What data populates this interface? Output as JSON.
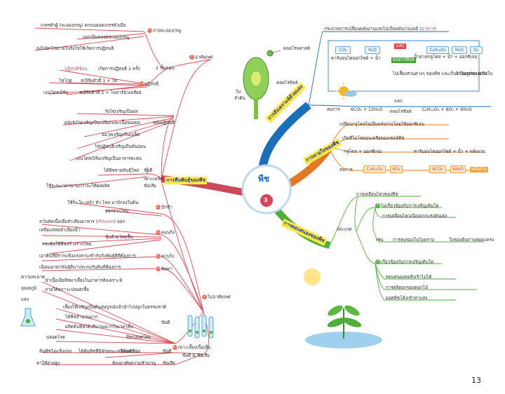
{
  "center": {
    "title": "พืช",
    "number": "3"
  },
  "branches": {
    "structure": "การสังเคราะห์ด้วยแสง",
    "growth": "การสืบพันธุ์ของพืช",
    "process": "การหายใจของพืช",
    "response": "การตอบสนองของพืช"
  },
  "top_left": {
    "flower_parts": [
      "เกสรตัวผู้ (ละอองเรณู) ตกบนยอดเกสรตัวเมีย",
      "งอกเป็นหลอดละอองเรณู",
      "ลงไปหาไข่ภายในรังไข่ให้เกิดการปฏิสนธิ"
    ],
    "pollination_label": "ถ่ายละอองเรณู",
    "fertilization_label": "ปฏิสนธิ",
    "double": {
      "label": "ปฏิสนธิซ้อน",
      "text": "เกิดการปฏิสนธิ 2 ครั้ง"
    },
    "seeds": [
      "สเปิร์มตัวที่ 1 + ไข่",
      "สเปิร์มตัวที่ 2 + โพลาร์นิวเคลียส"
    ],
    "results": [
      "ไซโกต",
      "เอนโดสเปิร์ม"
    ],
    "steps_label": "ขั้นตอน",
    "sexual_label": "อาศัยเพศ",
    "after": [
      "รังไข่เจริญเป็นผล",
      "ผนังรังไข่เจริญเป็นเปลือกและเนื้อของผล",
      "ออวุลเจริญเป็นเมล็ด",
      "ไข่ปฏิสนธิเจริญเป็นต้นอ่อน",
      "เอนโดสเปิร์มเจริญเป็นอาหารสะสม"
    ],
    "after_label": "หลังปฏิสนธิ",
    "seed_label": "เพาะเมล็ด",
    "seed_good": "ได้พืชสายพันธุ์ใหม่",
    "seed_bad": "ใช้ระยะเวลานานกว่าจะให้ผลผลิต",
    "good": "ข้อดี",
    "bad": "ข้อเสีย"
  },
  "asexual": {
    "label": "ไม่อาศัยเพศ",
    "cutting_label": "ปักชำ",
    "cutting_items": [
      "ใช้กิ่ง ใบ เหง้า หัว ไหล มาปักลงในดิน",
      "ออกรากใหม่"
    ],
    "layering_label": "ตอนกิ่ง",
    "layering_items": [
      "ควั่นตัดเนื้อเยื่อลำเลียงอาหาร (Phloem) ออก",
      "เหลือแต่ท่อลำเลียงน้ำ",
      "หุ้มด้วยวัสดุชื้น",
      "กระตุ้นให้พืชสร้างรากใหม่"
    ],
    "graft_label": "ทาบกิ่ง",
    "graft_item": "เอาต้นที่มีรากแข็งแรงทาบเข้ากับกิ่งพันธุ์ดีที่ต้องการ",
    "bud_label": "ติดตา",
    "bud_item": "เฉือนเอาตาพันธุ์ดีมาประกบกับต้นที่ต้องการ",
    "tissue_label": "เพาะเลี้ยงเนื้อเยื่อ",
    "tissue_items": [
      "นำเนื้อเยื่อพืชมาเลี้ยงในอาหารสังเคราะห์",
      "ภายใต้สภาวะปลอดเชื้อ",
      "เลี้ยงให้เจริญเป็นต้นสมบูรณ์แล้วนำไปปลูกในธรรมชาติ",
      "ได้พืชจำนวนมาก",
      "ผลิตต้นพืชได้ปริมาณมากในเวลาสั้น",
      "พืชปลอดโรค"
    ],
    "tissue_left": [
      "ความสะอาด",
      "อุณหภูมิ",
      "แสง"
    ],
    "compare": "ข้อดี & ข้อเสีย",
    "pros": [
      "ได้ต้นพืชที่มีลักษณะเหมือนต้นแม่",
      "ได้ผลเร็ว"
    ],
    "cons": [
      "ต้นพืชไม่แข็งแรง",
      "ค่าใช้จ่ายสูง",
      "ต้องอาศัยความชำนาญ"
    ],
    "good": "ข้อดี",
    "bad": "ข้อเสีย"
  },
  "photosynthesis": {
    "header": "กระบวนการเปลี่ยนพลังงานแสงไปเป็นพลังงานเคมี (อาหาร)",
    "inputs": [
      "CO₂",
      "H₂O"
    ],
    "input_label": "คาร์บอนไดออกไซด์ + น้ำ",
    "light": "แสง",
    "chl": "คลอโรฟิลล์",
    "outputs": [
      "C₆H₁₂O₆",
      "H₂O",
      "O₂"
    ],
    "output_label": "น้ำตาลกลูโคส + น้ำ + ออกซิเจน",
    "note1": "ไปเลี้ยงส่วนต่างๆ ของพืช และเก็บไว้ในรูปของแป้ง",
    "note2": "คายออกทางปากใบ",
    "eq_label": "สมการ",
    "eq_left": "6CO₂ + 12H₂O",
    "eq_right": "C₆H₁₂O₆ + 6O₂ + 6H₂O",
    "leaf_labels": [
      "คลอโรพลาสต์",
      "ใบ",
      "ลำต้น",
      "คลอโรฟิลล์"
    ]
  },
  "respiration": {
    "line1": "เปลี่ยนกลูโคสไปเป็นพลังงานโดยใช้ออกซิเจน",
    "line2": "เกิดที่ไมโทคอนเดรียของเซลล์พืช",
    "line3a": "กลูโคส + ออกซิเจน",
    "line3b": "คาร์บอนไดออกไซด์ + น้ำ + พลังงาน",
    "eq_label": "สมการ",
    "eq": [
      "C₆H₁₂O₆",
      "6O₂",
      "6CO₂",
      "6H₂O",
      "พลังงาน"
    ]
  },
  "response": {
    "title": "การเคลื่อนไหวของพืช",
    "type_label": "ประเภท",
    "t1": "ไม่เกี่ยวข้องกับการเจริญเติบโต",
    "t1a": "การเคลื่อนไหวเนื่องจากแรงดันเต่ง",
    "eg_label": "เช่น",
    "eg1": "การหุบของใบไมยราบ",
    "eg2": "ใบของต้นกาบหอยแครง",
    "t2": "เกี่ยวข้องกับการเจริญเติบโต",
    "t2_items": [
      "ตอบสนองต่อสิ่งเร้าไม่ได้",
      "การผลิดอกของดอกไม้",
      "ยอดพืชโค้งเข้าหาแสง"
    ]
  },
  "page_number": "13"
}
